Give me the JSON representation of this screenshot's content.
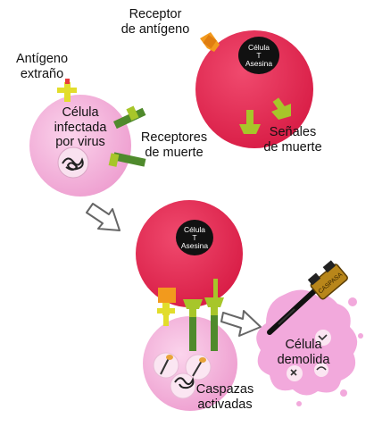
{
  "labels": {
    "receptor_antigeno_1": "Receptor",
    "receptor_antigeno_2": "de antígeno",
    "antigeno_1": "Antígeno",
    "antigeno_2": "extraño",
    "celula_infectada_1": "Célula",
    "celula_infectada_2": "infectada",
    "celula_infectada_3": "por virus",
    "receptores_muerte_1": "Receptores",
    "receptores_muerte_2": "de muerte",
    "senales_muerte_1": "Señales",
    "senales_muerte_2": "de muerte",
    "celula_t_1": "Célula",
    "celula_t_2": "T",
    "celula_t_3": "Asesina",
    "celula_demolida_1": "Célula",
    "celula_demolida_2": "demolida",
    "caspazas_1": "Caspazas",
    "caspazas_2": "activadas",
    "hammer_text": "CASPASA"
  },
  "colors": {
    "killer_cell": "#e8264f",
    "infected_cell": "#f4b6dc",
    "demolished_cell": "#f2a9dc",
    "nucleus": "#111111",
    "receptor_orange": "#f29a1d",
    "antigen_yellow": "#e2dd2b",
    "death_receptor_green": "#4f8a2c",
    "death_signal_green": "#a7c62a",
    "arrow_outline": "#555555"
  }
}
